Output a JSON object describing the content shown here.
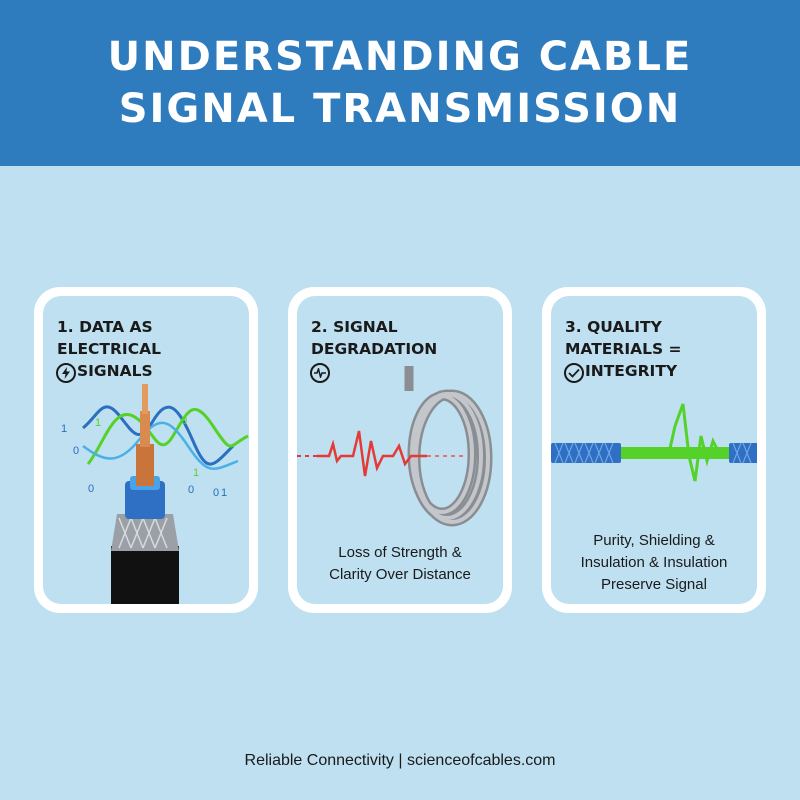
{
  "header": {
    "title_line1": "UNDERSTANDING CABLE",
    "title_line2": "SIGNAL TRANSMISSION"
  },
  "cards": [
    {
      "title_line1": "1. DATA AS ELECTRICAL",
      "title_line2": "SIGNALS",
      "icon": "lightning-icon",
      "bits": [
        "1",
        "0",
        "1",
        "0",
        "0",
        "1",
        "0",
        "0",
        "1"
      ]
    },
    {
      "title_line1": "2. SIGNAL DEGRADATION",
      "icon": "pulse-icon",
      "caption_line1": "Loss of Strength &",
      "caption_line2": "Clarity Over Distance"
    },
    {
      "title_line1": "3. QUALITY MATERIALS =",
      "title_line2": "INTEGRITY",
      "icon": "checkmark-icon",
      "caption_line1": "Purity, Shielding &",
      "caption_line2": "Insulation & Insulation",
      "caption_line3": "Preserve Signal"
    }
  ],
  "footer": {
    "text": "Reliable Connectivity | scienceofcables.com"
  },
  "colors": {
    "header_bg": "#2e7cbd",
    "page_bg": "#bee0f1",
    "signal_red": "#e53935",
    "signal_green": "#55d22a",
    "cable_blue": "#2f6fc4"
  }
}
